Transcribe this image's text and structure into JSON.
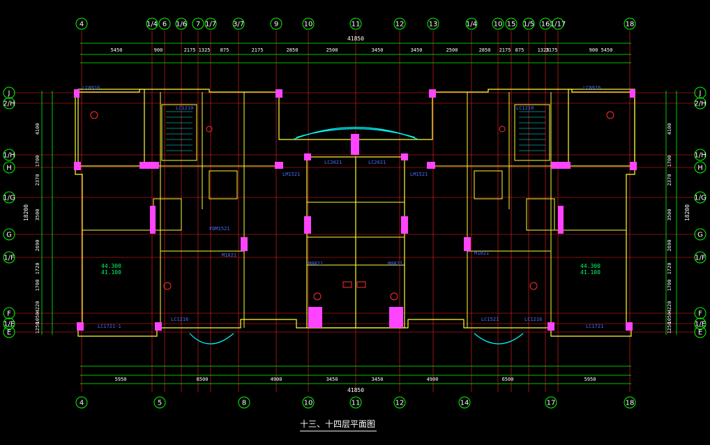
{
  "drawing": {
    "title": "十三、十四层平面图",
    "total_width": "41850",
    "total_depth": "18200",
    "colors": {
      "background": "#000000",
      "axis": "#ff2020",
      "wall": "#ffff33",
      "wall_fill": "#ff44ff",
      "text": "#ffffff",
      "label": "#4a6cff",
      "bubble": "#00ff00",
      "cyan": "#00ffff"
    }
  },
  "axes_top": [
    "4",
    "1/4",
    "6",
    "1/6",
    "7",
    "1/7",
    "3/7",
    "9",
    "10",
    "11",
    "12",
    "13",
    "1/4",
    "10",
    "15",
    "1/5",
    "16",
    "1/17",
    "18"
  ],
  "axes_bottom": [
    "4",
    "5",
    "8",
    "10",
    "11",
    "12",
    "14",
    "17",
    "18"
  ],
  "axes_left": [
    "J",
    "2/H",
    "1/H",
    "H",
    "1/G",
    "G",
    "1/F",
    "F",
    "1/E",
    "E"
  ],
  "axes_right": [
    "J",
    "2/H",
    "1/H",
    "H",
    "1/G",
    "G",
    "1/F",
    "F",
    "1/E",
    "E"
  ],
  "dims_top_1": [
    "5450",
    "900",
    "2175",
    "1325",
    "875",
    "2175",
    "2850",
    "2500",
    "3450",
    "3450",
    "2500",
    "2850",
    "2175",
    "875",
    "1325",
    "2175",
    "900",
    "5450"
  ],
  "dims_bottom_2": [
    "5950",
    "6500",
    "4900",
    "3450",
    "3450",
    "4900",
    "6500",
    "5950"
  ],
  "dims_left": [
    "4100",
    "1700",
    "2370",
    "3500",
    "2690",
    "1720",
    "1700",
    "4220",
    "1050",
    "1250"
  ],
  "dims_right": [
    "4100",
    "1700",
    "2370",
    "3500",
    "2690",
    "1720",
    "1700",
    "4220",
    "1050",
    "1250"
  ],
  "labels": {
    "elev_left_1": "44.300",
    "elev_left_2": "41.100",
    "elev_right_1": "44.300",
    "elev_right_2": "41.100",
    "lc2021_a": "LC2021",
    "lc2021_b": "LC2021",
    "lm1521_a": "LM1521",
    "lm1521_b": "LM1521",
    "m1021_a": "M1021",
    "m1021_b": "M1021",
    "m0821_a": "M0821",
    "m0821_b": "M0821",
    "fdm1521": "FDM1521",
    "lc1521": "LC1521",
    "lc1216_a": "LC1216",
    "lc1216_b": "LC1216",
    "lc0916_a": "LC0916",
    "lc0916_b": "LC0916",
    "lc1210_a": "LC1210",
    "lc1210_b": "LC1210",
    "lc1721_a": "LC1721-1",
    "lc1721_b": "LC1721"
  }
}
